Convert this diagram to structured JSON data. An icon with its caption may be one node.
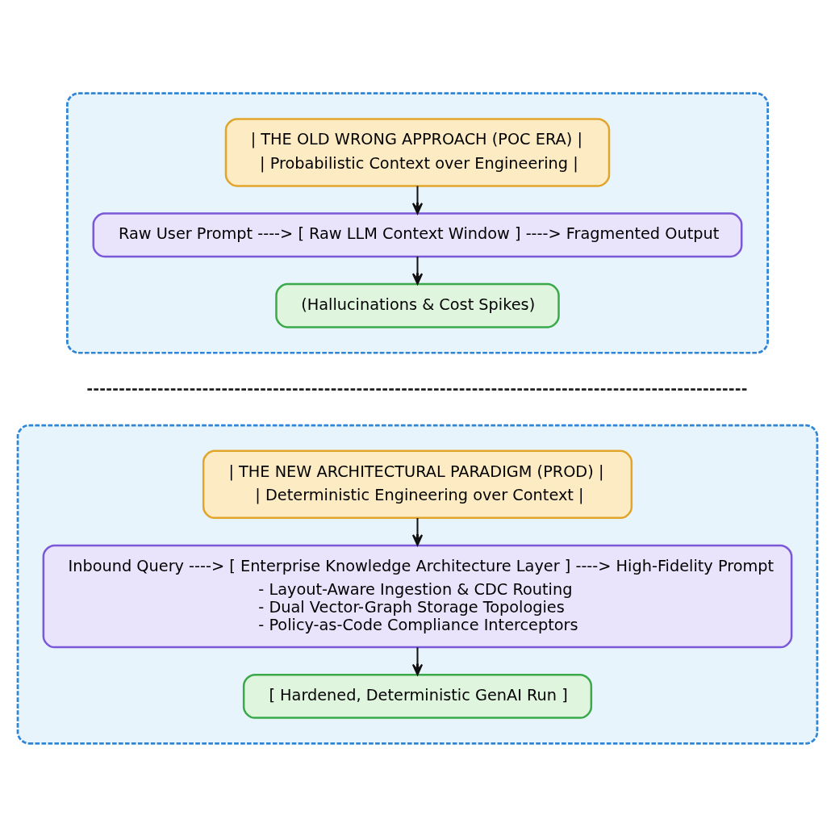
{
  "diagram": {
    "nodes": [
      {
        "text": [],
        "shape": "box"
      },
      {
        "text": [
          "| THE OLD WRONG APPROACH (POC ERA) |",
          "| Probabilistic Context over Engineering |"
        ],
        "in": 0
      },
      {
        "text": [
          "Raw User Prompt ----> [ Raw LLM Context Window ] ----> Fragmented Output"
        ],
        "in": 0
      },
      {
        "text": [
          "(Hallucinations & Cost Spikes)"
        ],
        "in": 0
      },
      {
        "text": [],
        "shape": "box"
      },
      {
        "text": [
          "| THE NEW ARCHITECTURAL PARADIGM (PROD) |",
          "| Deterministic Engineering over Context |"
        ],
        "in": 4
      },
      {
        "text": [
          "Inbound Query ----> [ Enterprise Knowledge Architecture Layer ] ----> High-Fidelity Prompt",
          "- Layout-Aware Ingestion & CDC Routing",
          "- Dual Vector-Graph Storage Topologies",
          "- Policy-as-Code Compliance Interceptors"
        ],
        "in": 4
      },
      {
        "text": [
          "[ Hardened, Deterministic GenAI Run ]"
        ],
        "in": 4
      }
    ],
    "edges": [
      {
        "from": 1,
        "to": 2,
        "arrow": "to"
      },
      {
        "from": 2,
        "to": 3,
        "arrow": "to"
      },
      {
        "from": 5,
        "to": 6,
        "arrow": "to"
      },
      {
        "from": 6,
        "to": 7,
        "arrow": "to"
      }
    ]
  }
}
